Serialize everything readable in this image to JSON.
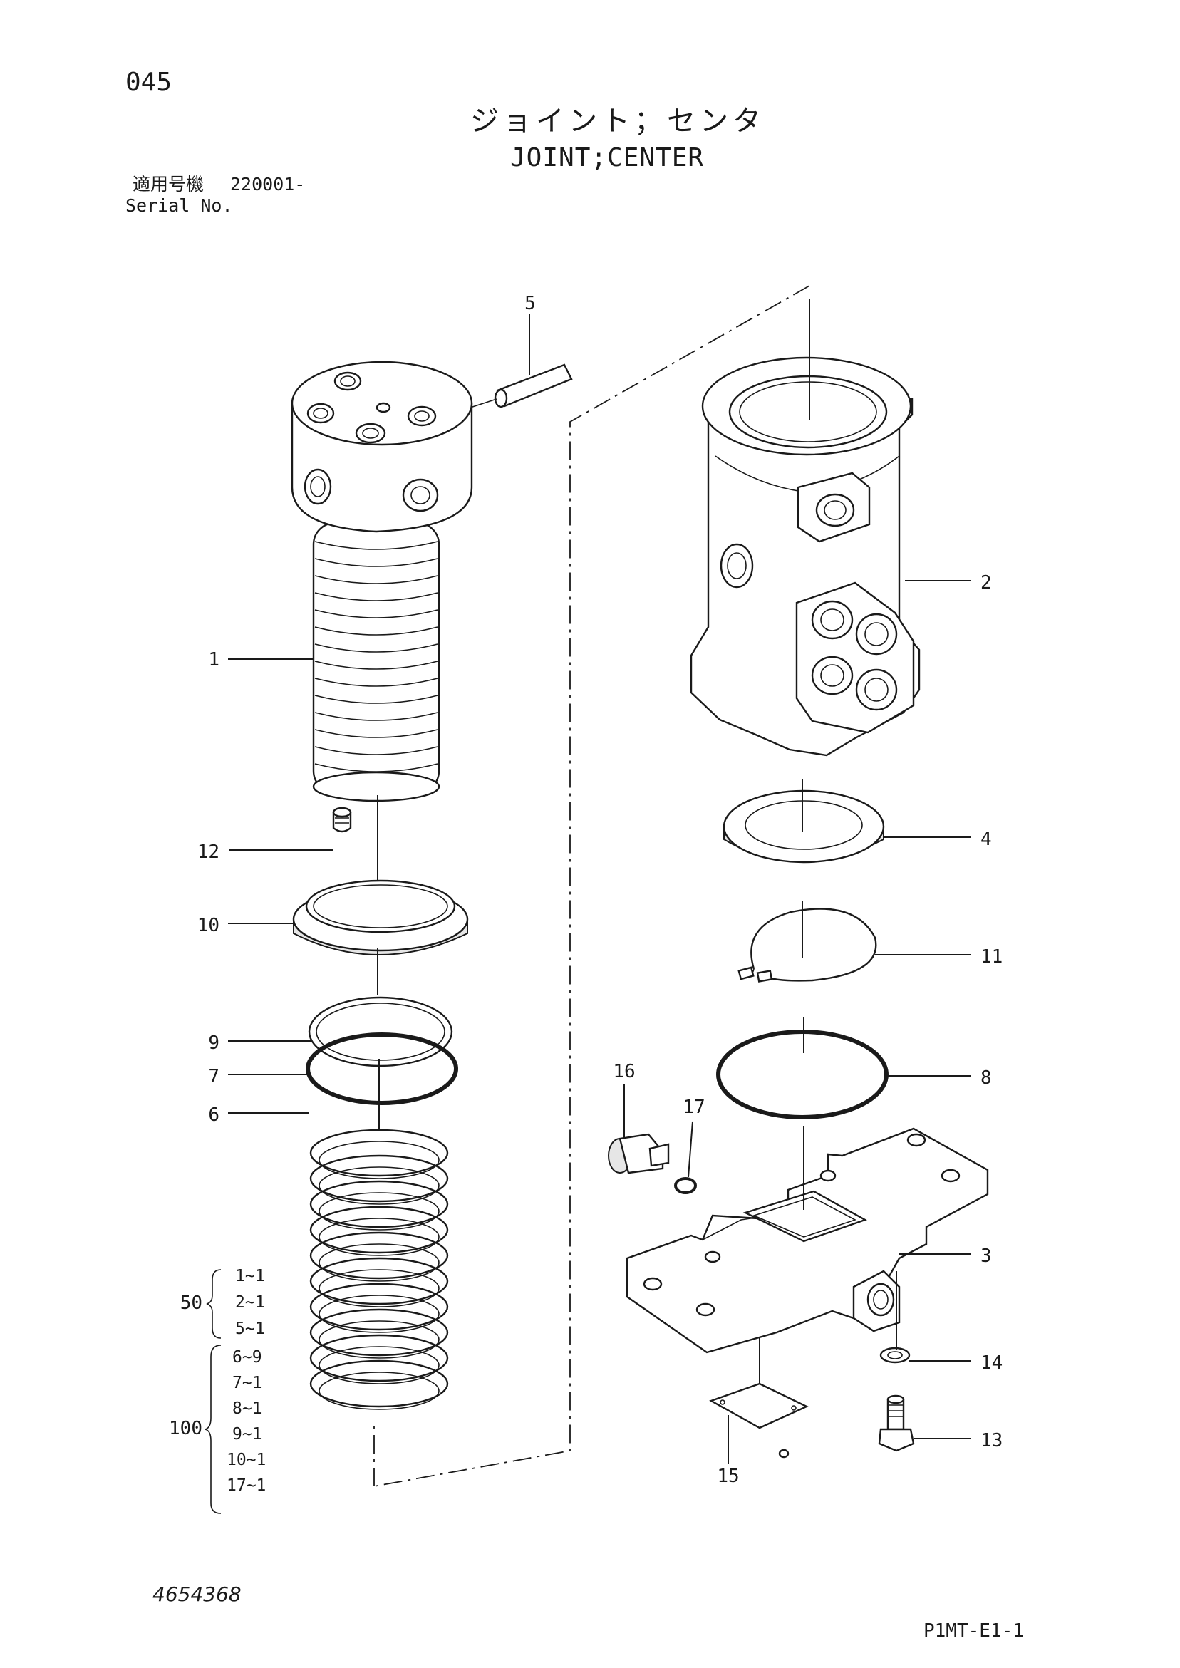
{
  "page_number": "045",
  "title_jp": "ジョイント；センタ",
  "title_en": "JOINT;CENTER",
  "serial": {
    "label_jp": "適用号機",
    "value": "220001-",
    "label_en": "Serial No."
  },
  "callouts": [
    "1",
    "2",
    "3",
    "4",
    "5",
    "6",
    "7",
    "8",
    "9",
    "10",
    "11",
    "12",
    "13",
    "14",
    "15",
    "16",
    "17"
  ],
  "kits": [
    {
      "number": "50",
      "items": [
        "1~1",
        "2~1",
        "5~1"
      ]
    },
    {
      "number": "100",
      "items": [
        "6~9",
        "7~1",
        "8~1",
        "9~1",
        "10~1",
        "17~1"
      ]
    }
  ],
  "part_number": "4654368",
  "drawing_number": "P1MT-E1-1"
}
